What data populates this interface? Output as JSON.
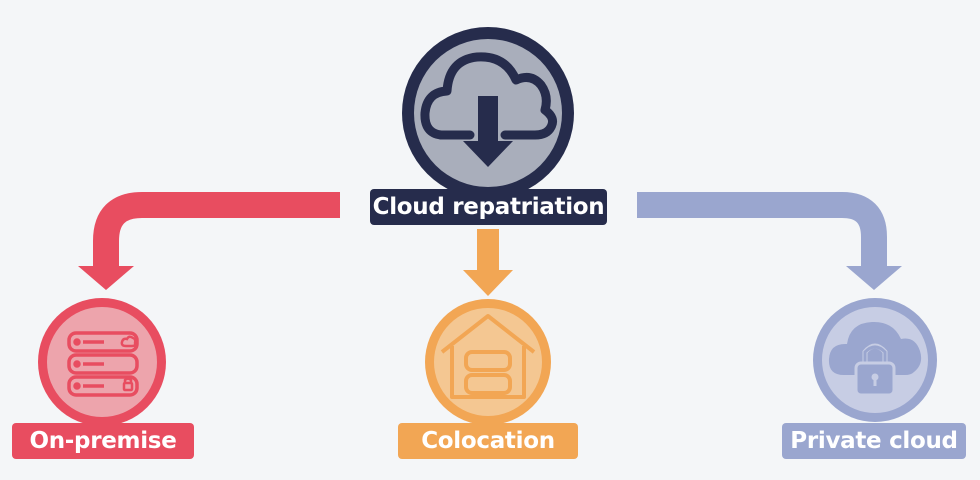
{
  "diagram": {
    "root": {
      "label": "Cloud repatriation",
      "icon": "cloud-download-icon",
      "color": "#262c4c"
    },
    "branches": [
      {
        "id": "onprem",
        "label": "On-premise",
        "icon": "server-rack-icon",
        "color": "#e84d60"
      },
      {
        "id": "coloc",
        "label": "Colocation",
        "icon": "house-server-icon",
        "color": "#f2a654"
      },
      {
        "id": "private",
        "label": "Private cloud",
        "icon": "cloud-lock-icon",
        "color": "#9aa6cf"
      }
    ]
  }
}
